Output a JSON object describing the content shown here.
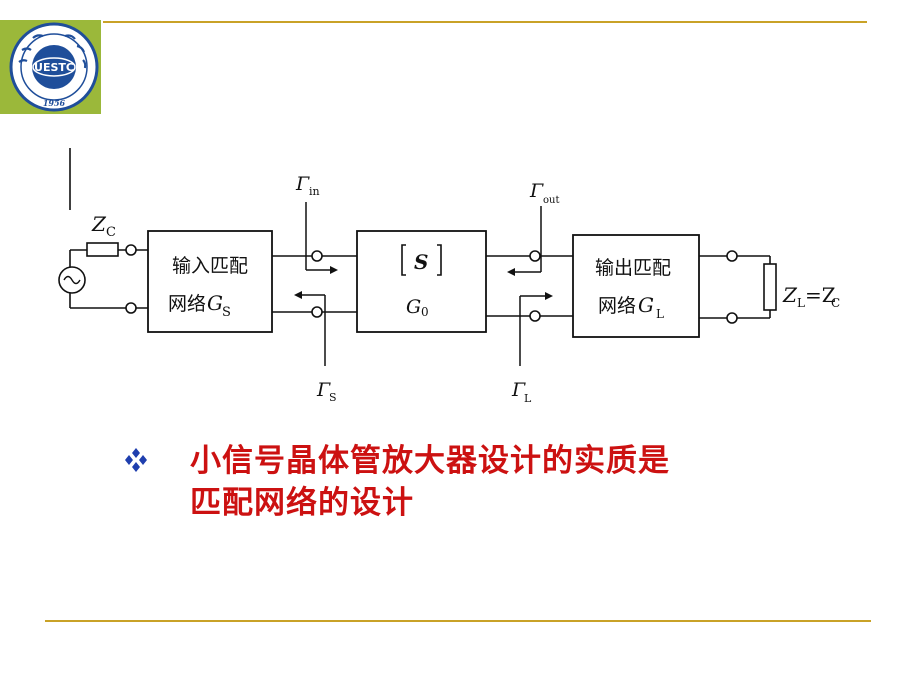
{
  "logo": {
    "name": "uestc-logo",
    "text": "UESTC",
    "year": "1956"
  },
  "diagram": {
    "input_network": {
      "line1": "输入匹配",
      "line2": "网络",
      "symbol": "G",
      "subscript": "S"
    },
    "transistor": {
      "matrix": "S",
      "symbol": "G",
      "subscript": "0"
    },
    "output_network": {
      "line1": "输出匹配",
      "line2": "网络",
      "symbol": "G",
      "subscript": "L"
    },
    "source_impedance": {
      "symbol": "Z",
      "subscript": "C"
    },
    "load_impedance": {
      "symbol": "Z",
      "subscript": "L",
      "equals": "=Z",
      "subscript2": "C"
    },
    "gamma_in": {
      "symbol": "Γ",
      "subscript": "in"
    },
    "gamma_s": {
      "symbol": "Γ",
      "subscript": "S"
    },
    "gamma_out": {
      "symbol": "Γ",
      "subscript": "out"
    },
    "gamma_l": {
      "symbol": "Γ",
      "subscript": "L"
    }
  },
  "bullet_text": {
    "line1": "小信号晶体管放大器设计的实质是",
    "line2": "匹配网络的设计"
  },
  "colors": {
    "accent_line": "#c9a227",
    "text_red": "#cc1111",
    "logo_green": "#9bb83a",
    "logo_blue": "#1f4e9a"
  }
}
